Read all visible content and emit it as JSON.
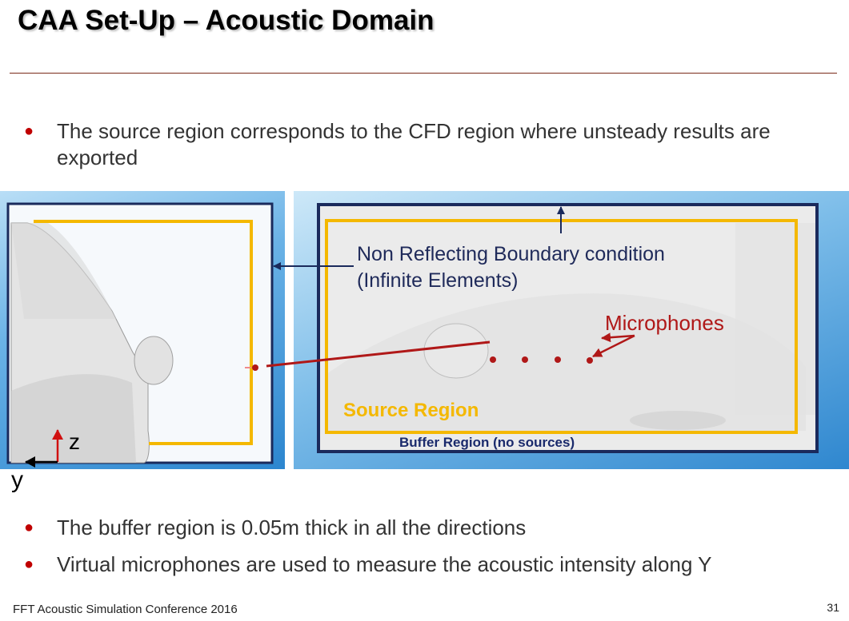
{
  "slide": {
    "title": "CAA Set-Up – Acoustic Domain",
    "page_number": "31",
    "footer": "FFT Acoustic Simulation Conference 2016"
  },
  "bullets": [
    "The source region corresponds to the CFD region where unsteady results are exported",
    "The buffer region is 0.05m thick in all the directions",
    "Virtual microphones are used to measure the acoustic intensity along Y"
  ],
  "figure": {
    "nrbc_label_line1": "Non Reflecting Boundary condition",
    "nrbc_label_line2": "(Infinite Elements)",
    "microphones_label": "Microphones",
    "source_region_label": "Source Region",
    "buffer_region_label": "Buffer Region (no sources)",
    "axis_z": "z",
    "axis_y": "y"
  },
  "colors": {
    "title": "#000000",
    "rule": "#7a2a1a",
    "bullet_marker": "#c00000",
    "body_text": "#333333",
    "boundary_navy": "#1a2a5c",
    "source_yellow": "#f4b800",
    "microphone_red": "#b01818",
    "axis_red": "#d01010"
  },
  "icons": [
    "bullet-dot",
    "axis-arrow-z",
    "axis-arrow-y",
    "microphone-dot"
  ]
}
